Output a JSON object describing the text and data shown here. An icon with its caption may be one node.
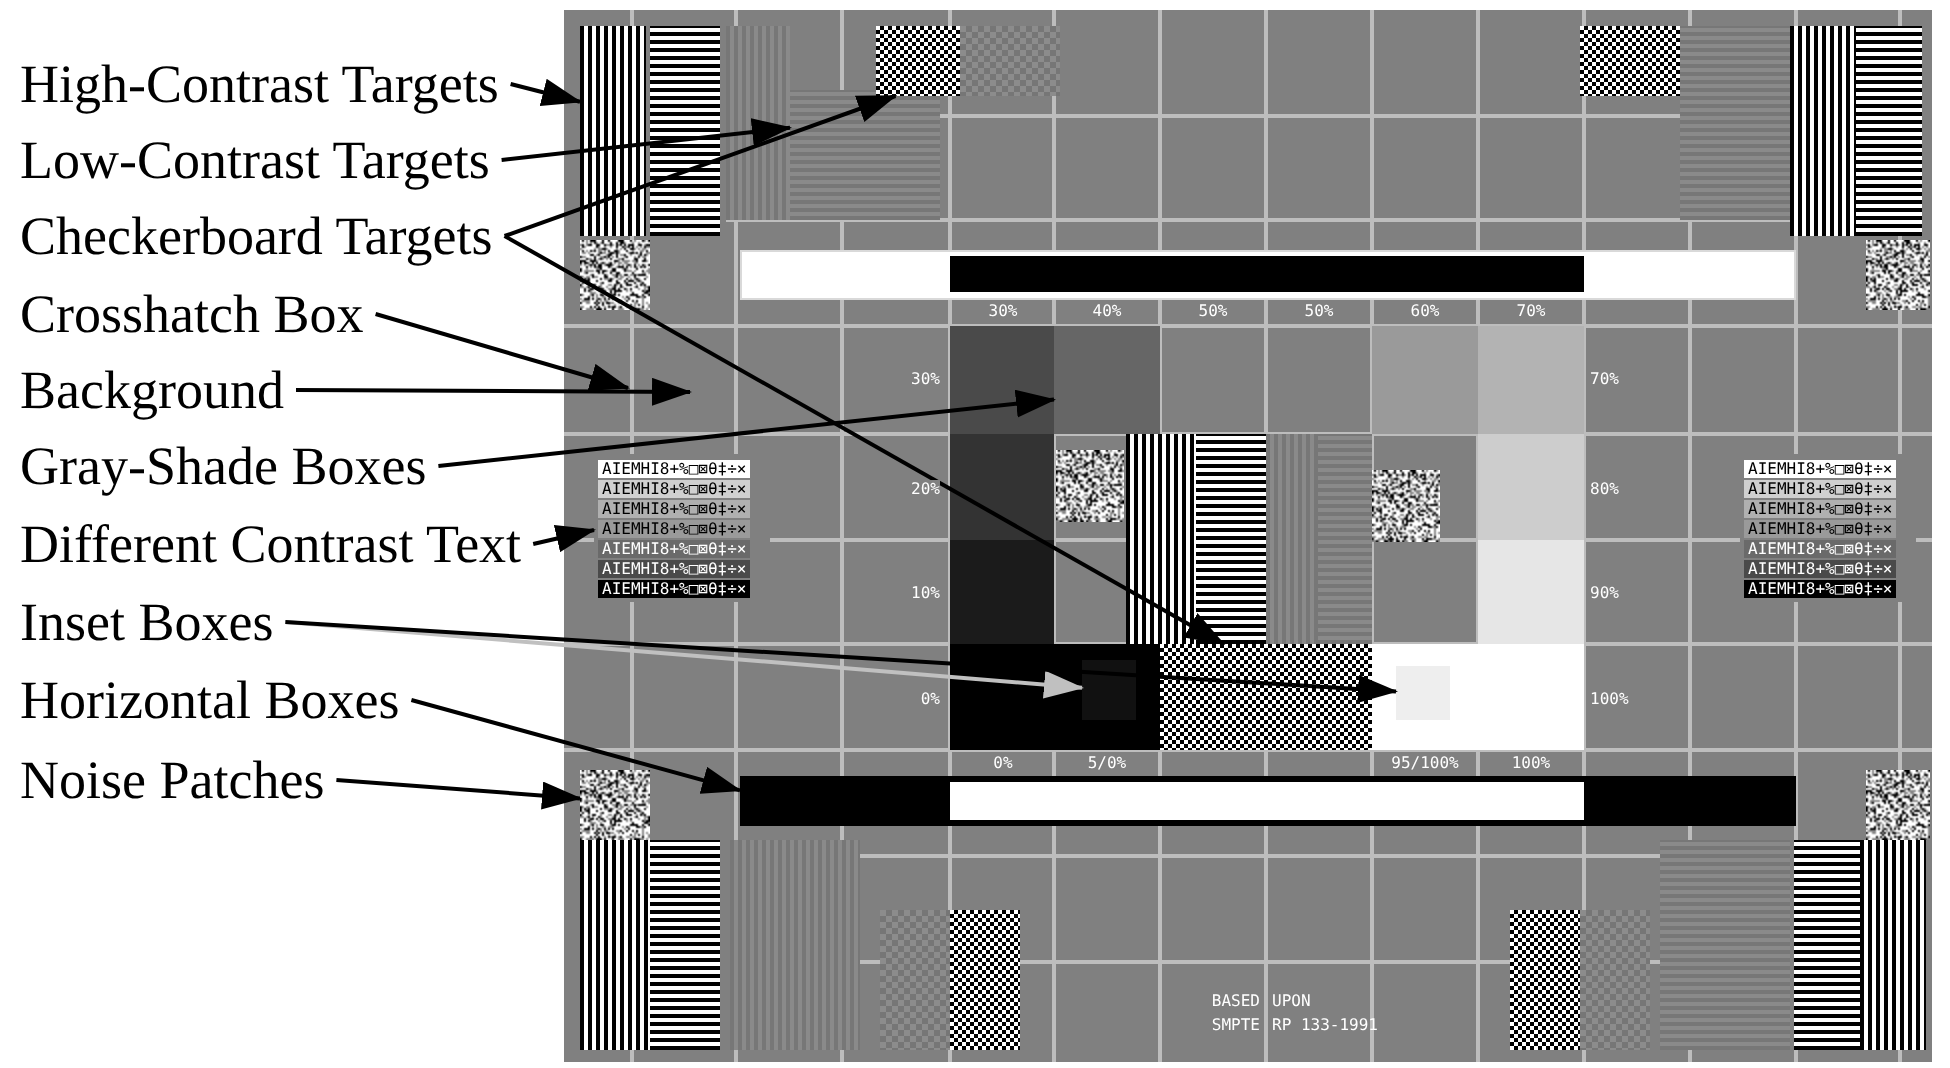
{
  "diagram": {
    "nodes": [
      {
        "text": [
          "High-Contrast Targets"
        ]
      },
      {
        "text": [
          "Low-Contrast Targets"
        ]
      },
      {
        "text": [
          "Checkerboard Targets"
        ]
      },
      {
        "text": [
          "Crosshatch Box"
        ]
      },
      {
        "text": [
          "Background"
        ]
      },
      {
        "text": [
          "Gray-Shade Boxes"
        ]
      },
      {
        "text": [
          "Different Contrast Text"
        ]
      },
      {
        "text": [
          "Inset Boxes"
        ]
      },
      {
        "text": [
          "Horizontal Boxes"
        ]
      },
      {
        "text": [
          "Noise Patches"
        ]
      },
      {
        "text": [],
        "shape": "box"
      },
      {
        "text": [],
        "shape": "box"
      },
      {
        "text": [],
        "shape": "box"
      },
      {
        "text": [],
        "shape": "box"
      },
      {
        "text": [],
        "shape": "box"
      },
      {
        "text": [],
        "shape": "box"
      },
      {
        "text": [],
        "shape": "box"
      },
      {
        "text": [],
        "shape": "box"
      },
      {
        "text": [],
        "shape": "box"
      },
      {
        "text": [],
        "shape": "box"
      },
      {
        "text": [],
        "shape": "box"
      },
      {
        "text": [],
        "shape": "bar"
      },
      {
        "text": [],
        "shape": "bar",
        "in": 21
      },
      {
        "text": [],
        "shape": "box"
      },
      {
        "text": [],
        "shape": "box"
      },
      {
        "text": [],
        "shape": "box"
      },
      {
        "text": [],
        "shape": "box"
      },
      {
        "text": [],
        "shape": "box"
      },
      {
        "text": [],
        "shape": "box"
      },
      {
        "text": [],
        "shape": "box"
      },
      {
        "text": [],
        "shape": "box"
      },
      {
        "text": [],
        "shape": "box"
      },
      {
        "text": [],
        "shape": "box"
      },
      {
        "text": [],
        "shape": "box"
      },
      {
        "text": [],
        "shape": "box"
      },
      {
        "text": [],
        "shape": "box"
      },
      {
        "text": [],
        "shape": "box"
      },
      {
        "text": [],
        "shape": "box"
      },
      {
        "text": [],
        "shape": "box"
      },
      {
        "text": [],
        "shape": "box"
      },
      {
        "text": [],
        "shape": "box",
        "in": 39
      },
      {
        "text": [],
        "shape": "box"
      },
      {
        "text": [],
        "shape": "box"
      },
      {
        "text": [],
        "shape": "box",
        "in": 42
      },
      {
        "text": [],
        "shape": "box"
      },
      {
        "text": [],
        "shape": "bar"
      },
      {
        "text": [],
        "shape": "box"
      },
      {
        "text": [],
        "shape": "box"
      },
      {
        "text": [],
        "shape": "box"
      },
      {
        "text": [],
        "shape": "box"
      },
      {
        "text": [],
        "shape": "box"
      },
      {
        "text": [],
        "shape": "box"
      },
      {
        "text": [],
        "shape": "box"
      },
      {
        "text": [],
        "shape": "box"
      },
      {
        "text": [],
        "shape": "box"
      },
      {
        "text": [],
        "shape": "box"
      },
      {
        "text": [],
        "shape": "box"
      }
    ],
    "edges": [
      {
        "from": 0,
        "to": 10,
        "arrow": "to"
      },
      {
        "from": 1,
        "to": 12,
        "arrow": "to"
      },
      {
        "from": 2,
        "to": 13,
        "arrow": "to"
      },
      {
        "from": 2,
        "to": 41,
        "arrow": "to"
      },
      {
        "from": 3,
        "to": null,
        "arrow": "to"
      },
      {
        "from": 4,
        "to": null,
        "arrow": "to"
      },
      {
        "from": 5,
        "to": 24,
        "arrow": "to"
      },
      {
        "from": 6,
        "to": 27,
        "arrow": "to"
      },
      {
        "from": 7,
        "to": 40,
        "arrow": "to",
        "color": "#c0c0c0"
      },
      {
        "from": 7,
        "to": 43,
        "arrow": "to"
      },
      {
        "from": 8,
        "to": 45,
        "arrow": "to"
      },
      {
        "from": 9,
        "to": 44,
        "arrow": "to"
      }
    ],
    "labels": [
      "30%",
      "40%",
      "50%",
      "50%",
      "60%",
      "70%",
      "30%",
      "70%",
      "20%",
      "80%",
      "10%",
      "90%",
      "0%",
      "100%",
      "AIEMHI8+%□⊠θ‡÷×",
      "AIEMHI8+%□⊠θ‡÷×",
      "AIEMHI8+%□⊠θ‡÷×",
      "AIEMHI8+%□⊠θ‡÷×",
      "AIEMHI8+%□⊠θ‡÷×",
      "AIEMHI8+%□⊠θ‡÷×",
      "AIEMHI8+%□⊠θ‡÷×",
      "AIEMHI8+%□⊠θ‡÷×",
      "AIEMHI8+%□⊠θ‡÷×",
      "AIEMHI8+%□⊠θ‡÷×",
      "AIEMHI8+%□⊠θ‡÷×",
      "AIEMHI8+%□⊠θ‡÷×",
      "AIEMHI8+%□⊠θ‡÷×",
      "AIEMHI8+%□⊠θ‡÷×",
      "0%",
      "5/0%",
      "95/100%",
      "100%",
      "BASED",
      "UPON",
      "SMPTE",
      "RP 133-1991"
    ]
  }
}
